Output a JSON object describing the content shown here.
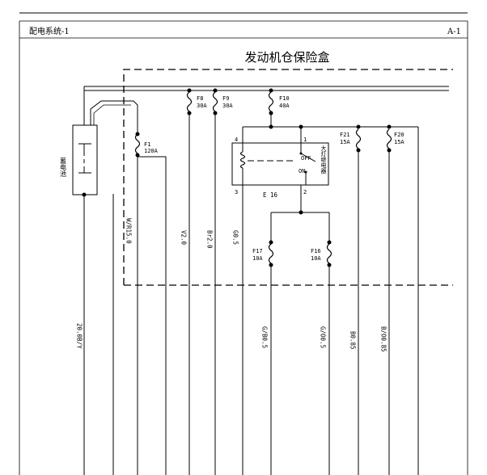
{
  "header": {
    "section_title": "配电系统-1",
    "page_code": "A-1"
  },
  "box_title": "发动机仓保险盒",
  "battery_label": "蓄电池",
  "fuses": {
    "F1": {
      "name": "F1",
      "rating": "120A"
    },
    "F8": {
      "name": "F8",
      "rating": "30A"
    },
    "F9": {
      "name": "F9",
      "rating": "30A"
    },
    "F10": {
      "name": "F10",
      "rating": "40A"
    },
    "F21": {
      "name": "F21",
      "rating": "15A"
    },
    "F20": {
      "name": "F20",
      "rating": "15A"
    },
    "F17": {
      "name": "F17",
      "rating": "10A"
    },
    "F16": {
      "name": "F16",
      "rating": "10A"
    }
  },
  "relay": {
    "name": "E 16",
    "label": "大灯继电器",
    "off": "OFF",
    "on": "ON",
    "pins": {
      "p1": "1",
      "p2": "2",
      "p3": "3",
      "p4": "4"
    }
  },
  "wires": {
    "battery_main": "20.0B/Y",
    "f1_out": "W/R15.0",
    "f8_out": "V2.0",
    "f9_out": "Br2.0",
    "relay_out": "G0.5",
    "f17_out": "G/B0.5",
    "f16_out": "G/O0.5",
    "f21_out": "B0.85",
    "f20_out": "B/O0.85"
  }
}
